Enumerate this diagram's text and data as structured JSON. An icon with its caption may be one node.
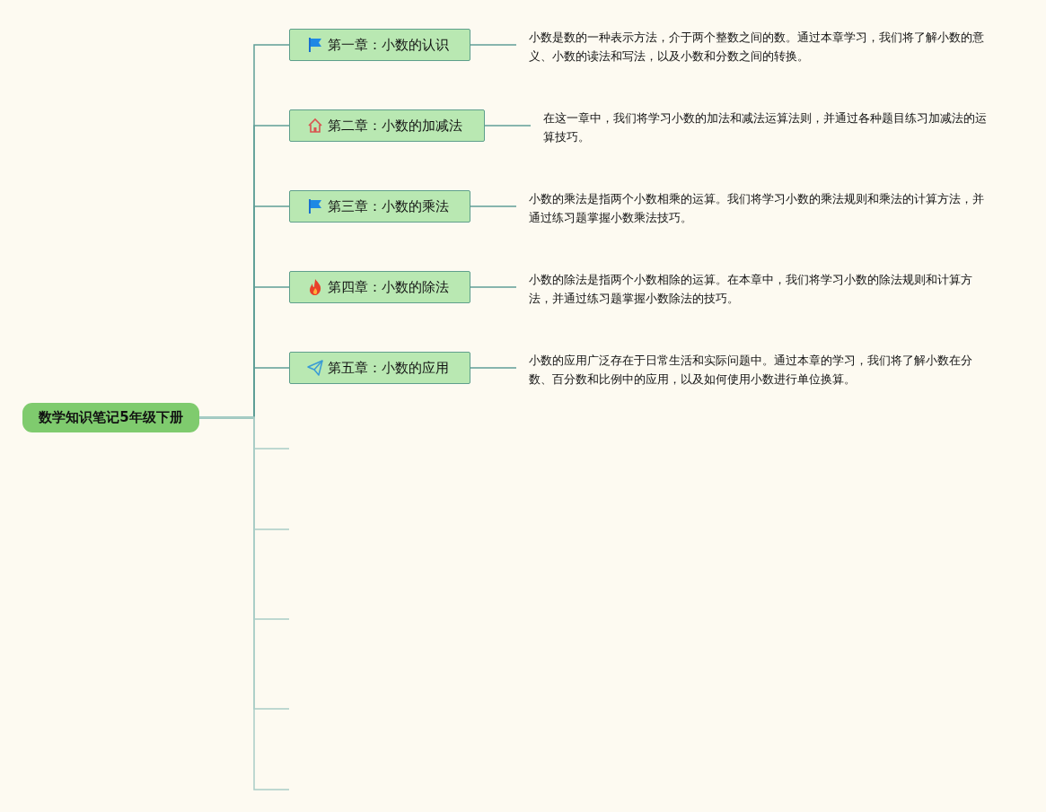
{
  "diagram": {
    "nodes": [
      {
        "text": [
          "数学知识笔记5年级下册"
        ]
      },
      {
        "text": [
          "第一章：小数的认识"
        ]
      },
      {
        "text": [
          "第二章：小数的加减法"
        ]
      },
      {
        "text": [
          "第三章：小数的乘法"
        ]
      },
      {
        "text": [
          "第四章：小数的除法"
        ]
      },
      {
        "text": [
          "第五章：小数的应用"
        ]
      },
      {
        "text": [
          "小数是数的一种表示方法，介于两个整数之间的数。通过本章学习，我们将了解小数的意义、小数的读法和写法，以及小数和分数之间的转换。"
        ]
      },
      {
        "text": [
          "在这一章中，我们将学习小数的加法和减法运算法则，并通过各种题目练习加减法的运算技巧。"
        ]
      },
      {
        "text": [
          "小数的乘法是指两个小数相乘的运算。我们将学习小数的乘法规则和乘法的计算方法，并通过练习题掌握小数乘法技巧。"
        ]
      },
      {
        "text": [
          "小数的除法是指两个小数相除的运算。在本章中，我们将学习小数的除法规则和计算方法，并通过练习题掌握小数除法的技巧。"
        ]
      },
      {
        "text": [
          "小数的应用广泛存在于日常生活和实际问题中。通过本章的学习，我们将了解小数在分数、百分数和比例中的应用，以及如何使用小数进行单位换算。"
        ]
      }
    ],
    "edges": [
      {
        "from": 0,
        "to": 1,
        "arrow": "none"
      },
      {
        "from": 0,
        "to": 2,
        "arrow": "none"
      },
      {
        "from": 0,
        "to": 3,
        "arrow": "none"
      },
      {
        "from": 0,
        "to": 4,
        "arrow": "none"
      },
      {
        "from": 0,
        "to": 5,
        "arrow": "none"
      },
      {
        "from": 1,
        "to": 6,
        "arrow": "none"
      },
      {
        "from": 2,
        "to": 7,
        "arrow": "none"
      },
      {
        "from": 3,
        "to": 8,
        "arrow": "none"
      },
      {
        "from": 4,
        "to": 9,
        "arrow": "none"
      },
      {
        "from": 5,
        "to": 10,
        "arrow": "none"
      },
      {
        "from": 0,
        "to": null,
        "arrow": "none"
      },
      {
        "from": 0,
        "to": null,
        "arrow": "none"
      },
      {
        "from": 0,
        "to": null,
        "arrow": "none"
      },
      {
        "from": 0,
        "to": null,
        "arrow": "none"
      },
      {
        "from": 0,
        "to": null,
        "arrow": "none"
      }
    ]
  }
}
